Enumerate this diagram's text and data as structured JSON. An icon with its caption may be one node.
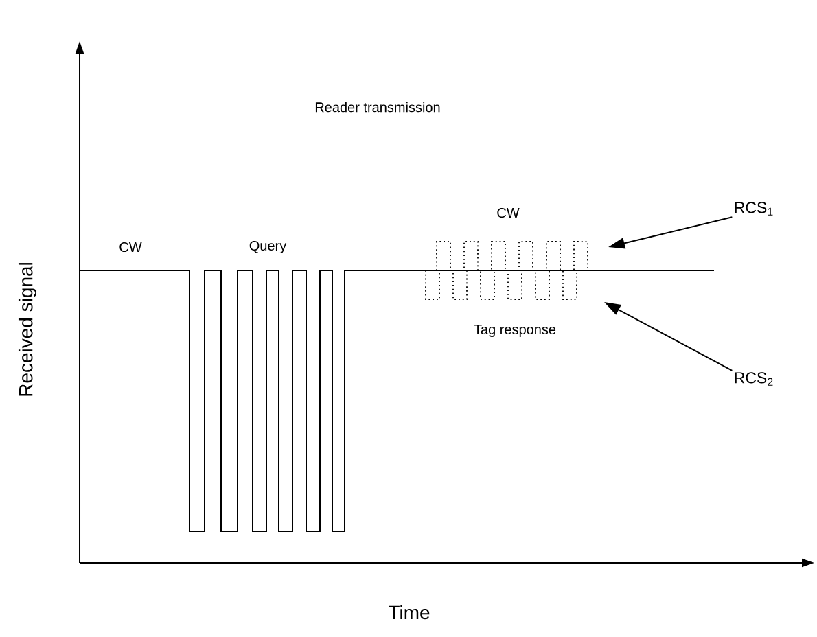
{
  "diagram": {
    "nodes": [
      {
        "text": [
          "RCS$_{1}$"
        ]
      },
      {
        "text": [
          "RCS$_{2}$"
        ]
      }
    ],
    "edges": [
      {
        "from": 0,
        "to": null,
        "arrow": "to"
      },
      {
        "from": 1,
        "to": null,
        "arrow": "to"
      }
    ],
    "labels": [
      "Reader transmission",
      "CW",
      "Query",
      "CW",
      "Tag response",
      "Received signal",
      "Time"
    ]
  }
}
